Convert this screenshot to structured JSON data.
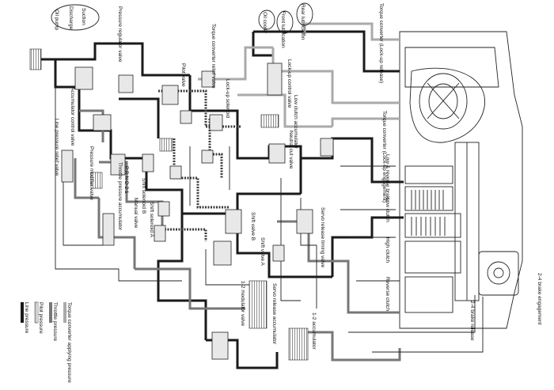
{
  "labels": {
    "oil_pump": "Oil pump",
    "discharge": "Discharge",
    "suction": "Suction",
    "pressure_regulator_valve": "Pressure regulator valve",
    "torque_converter_relief_valve": "Torque converter relief valve",
    "oil_cooler": "Oil cooler",
    "front_lubrication": "Front lubrication",
    "rear_lubrication": "Rear lubrication",
    "torque_converter_release": "Torque converter (Lock-up release)",
    "torque_converter_engagement": "Torque converter (Lock-up engagement)",
    "lockup_control_valve": "Lock-up control valve",
    "low_clutch_accumulator": "Low clutch accumulator",
    "lockup_solenoid": "Lock-up solenoid",
    "pilot_valve": "Pilot valve",
    "line_pressure_relief_valve": "Line pressure relief valve",
    "accumulator_control_valve": "Accumulator control valve",
    "pressure_modifier_valve": "Pressure modifier valve",
    "throttle_pressure_accumulator": "Throttle pressure accumulator",
    "neutral_cut_valve": "Neutral cut valve",
    "shift_solenoid_b": "Shift solenoid B",
    "shift_solenoid_a": "Shift solenoid A",
    "manual_valve": "Manual valve",
    "shift_valve_b": "Shift valve B",
    "shift_valve_a": "Shift valve A",
    "servo_release_timing_valve": "Servo release timing valve",
    "low_reverse_brake": "Low & reverse brake",
    "low_clutch": "Low clutch",
    "high_clutch": "High clutch",
    "reverse_clutch": "Reverse clutch",
    "brake_engagement": "2-4 brake engagement",
    "brake_release": "2-4 brake release",
    "servo_release_accumulator": "Servo release accumulator",
    "modulator_valve": "1-2 modulator valve",
    "accumulator_12": "1-2 accumulator",
    "prnd21": "P R N D 2 1"
  },
  "legend": [
    {
      "label": "Line pressure",
      "color": "#1a1a1a"
    },
    {
      "label": "Pilot pressure",
      "color": "#3a3a3a"
    },
    {
      "label": "Throttle pressure",
      "color": "#777777"
    },
    {
      "label": "Torque converter applying pressure",
      "color": "#aaaaaa"
    }
  ]
}
